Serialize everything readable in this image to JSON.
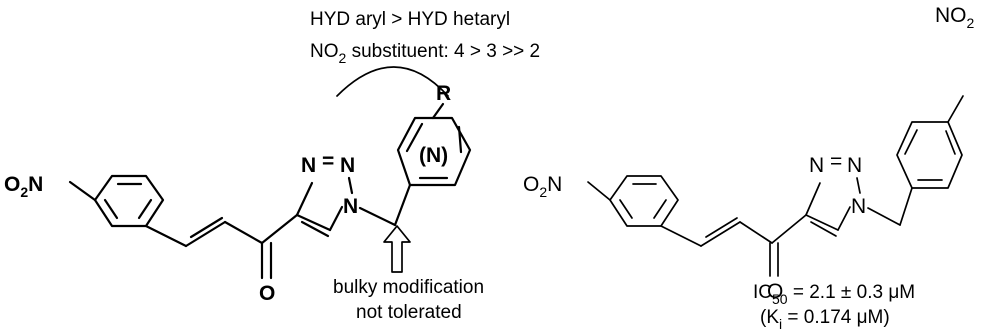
{
  "sar": {
    "line1": "HYD aryl > HYD hetaryl",
    "line2_pre": "NO",
    "line2_sub": "2",
    "line2_post": " substituent: 4 > 3 >> 2"
  },
  "left_molecule": {
    "nitro_o2": "O",
    "nitro_sub": "2",
    "nitro_n": "N",
    "carbonyl_o": "O",
    "triazole_n1": "N",
    "triazole_eq": "=",
    "triazole_n2": "N",
    "triazole_n3": "N",
    "ring_r": "R",
    "ring_n": "(N)"
  },
  "bulky_note": {
    "line1": "bulky modification",
    "line2": "not tolerated"
  },
  "right_molecule": {
    "nitro_o2": "O",
    "nitro_sub": "2",
    "nitro_n": "N",
    "carbonyl_o": "O",
    "triazole_n1": "N",
    "triazole_eq": "=",
    "triazole_n2": "N",
    "triazole_n3": "N",
    "nitro2_n": "NO",
    "nitro2_sub": "2"
  },
  "activity": {
    "ic50_pre": "IC",
    "ic50_sub": "50",
    "ic50_post": " = 2.1 ± 0.3 μM",
    "ki_pre": "(K",
    "ki_sub": "i",
    "ki_post": " = 0.174 μM)"
  }
}
